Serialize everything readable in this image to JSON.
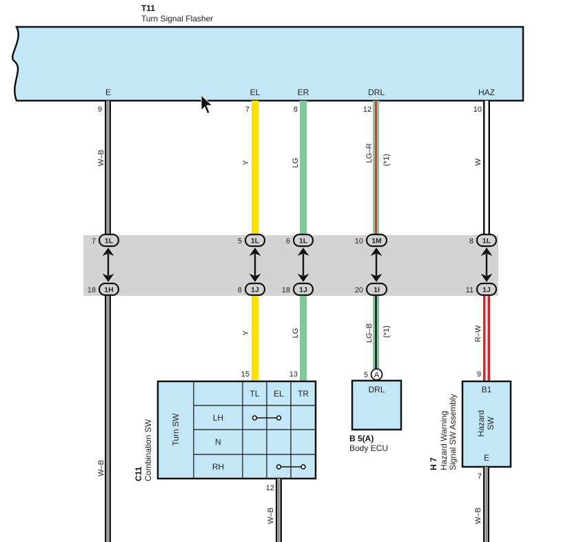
{
  "flasher": {
    "code": "T11",
    "name": "Turn Signal Flasher",
    "terminals": [
      "E",
      "EL",
      "ER",
      "DRL",
      "HAZ"
    ],
    "pins": [
      "9",
      "7",
      "8",
      "12",
      "10"
    ]
  },
  "wires_upper": {
    "e": "W–B",
    "el": "Y",
    "er": "LG",
    "drl": "LG–R",
    "drl_note": "(*1)",
    "haz": "W"
  },
  "junction": {
    "upper": [
      {
        "pin": "7",
        "code": "1L"
      },
      {
        "pin": "5",
        "code": "1L"
      },
      {
        "pin": "6",
        "code": "1L"
      },
      {
        "pin": "10",
        "code": "1M"
      },
      {
        "pin": "8",
        "code": "1L"
      }
    ],
    "lower": [
      {
        "pin": "18",
        "code": "1H"
      },
      {
        "pin": "8",
        "code": "1J"
      },
      {
        "pin": "18",
        "code": "1J"
      },
      {
        "pin": "20",
        "code": "1I"
      },
      {
        "pin": "11",
        "code": "1J"
      }
    ]
  },
  "wires_lower": {
    "el": "Y",
    "er": "LG",
    "drl": "LG–B",
    "drl_note": "(*1)",
    "haz": "R–W",
    "e_bottom": "W–B",
    "combo_ground": "W–B",
    "hazard_ground": "W–B"
  },
  "combination_sw": {
    "code": "C11",
    "name": "Combination SW",
    "side_label": "Turn SW",
    "columns": [
      "TL",
      "EL",
      "TR"
    ],
    "rows": [
      "LH",
      "N",
      "RH"
    ],
    "pin_tl": "15",
    "pin_tr": "13",
    "pin_ground": "12"
  },
  "body_ecu": {
    "code": "B 5(A)",
    "name": "Body ECU",
    "terminal": "DRL",
    "pin": "5",
    "connector": "A"
  },
  "hazard_sw": {
    "code": "H 7",
    "name_line1": "Hazard Warning",
    "name_line2": "Signal SW Assembly",
    "inner_line1": "Hazard",
    "inner_line2": "SW",
    "top_terminal": "B1",
    "bottom_terminal": "E",
    "pin_top": "9",
    "pin_bottom": "7"
  },
  "colors": {
    "component_fill": "#c4e7f7",
    "junction_band": "#d3d3d3",
    "yellow": "#ffe000",
    "light_green": "#7fc89a",
    "red": "#d9262b",
    "outline": "#111111"
  }
}
